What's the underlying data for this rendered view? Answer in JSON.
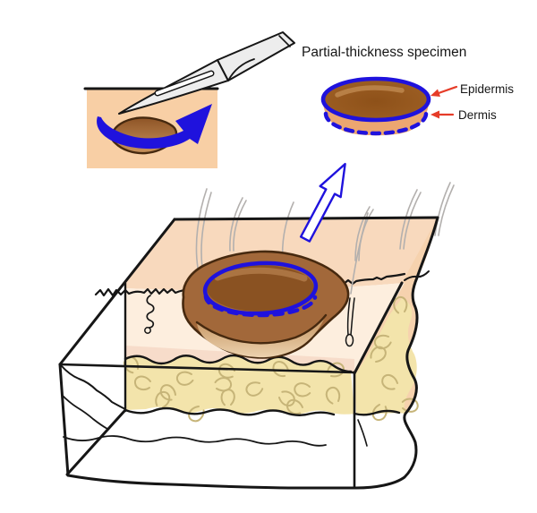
{
  "figure": {
    "title": "Partial-thickness specimen",
    "annotations": {
      "epidermis": "Epidermis",
      "dermis": "Dermis"
    }
  },
  "colors": {
    "ink": "#161616",
    "accent_blue": "#1f12dd",
    "arrow_red": "#e63c28",
    "skin_top": "#f8d9bd",
    "skin_front": "#fdeede",
    "skin_right": "#f6d2ae",
    "skin_inset": "#f8cfa5",
    "dermis_shadow": "#f3cdb9",
    "fat": "#f3e4ab",
    "fat_detail": "#c6b478",
    "lesion_outline": "#46290f",
    "lesion_brown": "#a2683a",
    "lesion_dark": "#8a5222",
    "lesion_highlight": "#b5804d",
    "lesion_skirt": "#d9b289",
    "specimen_side": "#eca670",
    "specimen_top": "#96581e",
    "scalpel_steel": "#ededed",
    "hair": "#b3b0ae"
  }
}
